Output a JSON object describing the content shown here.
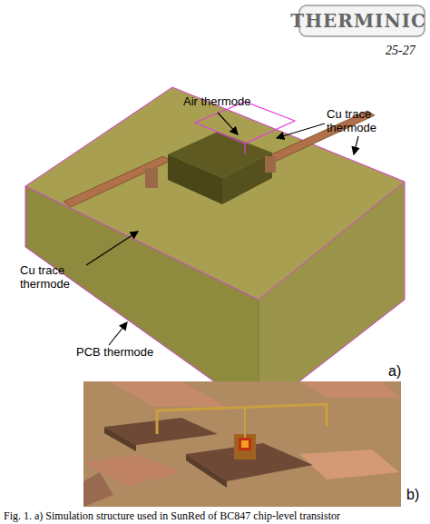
{
  "diagram": {
    "caption": "Fig. 1. a) Simulation structure used in SunRed of BC847 chip-level transistor",
    "labels": [
      "THERMINIC",
      "25-27",
      "Air thermode",
      "Cu trace thermode",
      "Cu trace thermode",
      "PCB thermode",
      "a)",
      "b)"
    ]
  }
}
